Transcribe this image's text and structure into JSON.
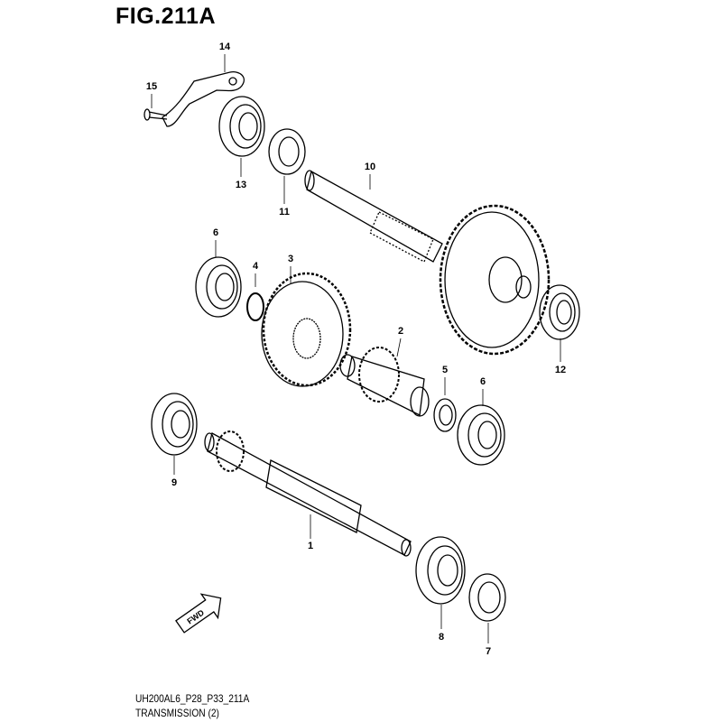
{
  "figure": {
    "title": "FIG.211A",
    "code": "UH200AL6_P28_P33_211A",
    "caption": "TRANSMISSION (2)",
    "direction_label": "FWD"
  },
  "callouts": {
    "c1": "1",
    "c2": "2",
    "c3": "3",
    "c4": "4",
    "c5": "5",
    "c6a": "6",
    "c6b": "6",
    "c7": "7",
    "c8": "8",
    "c9": "9",
    "c10": "10",
    "c11": "11",
    "c12": "12",
    "c13": "13",
    "c14": "14",
    "c15": "15"
  }
}
